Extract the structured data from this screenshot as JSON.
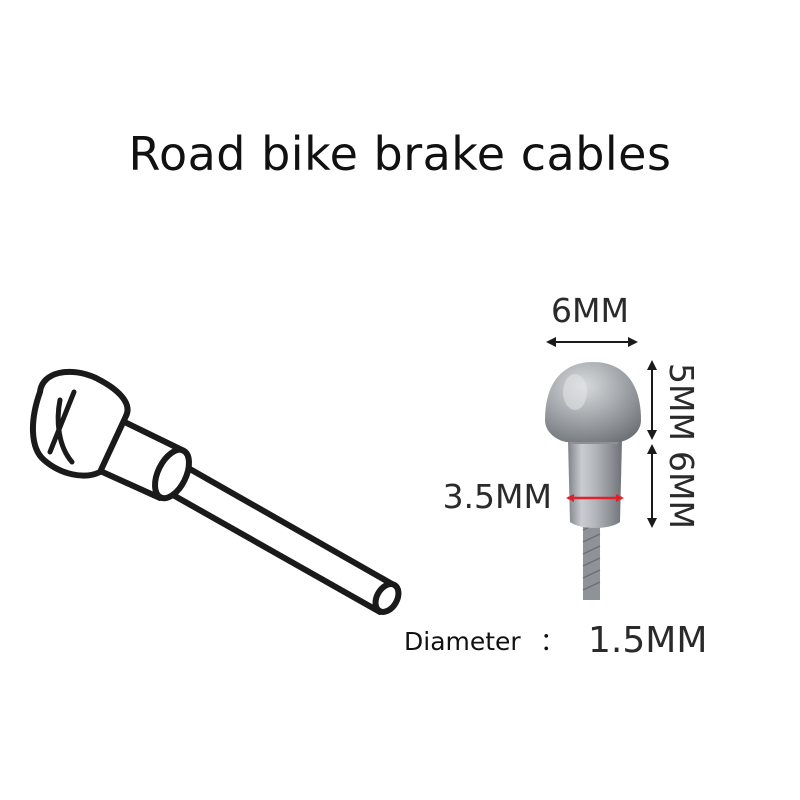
{
  "title": "Road bike brake cables",
  "dimensions": {
    "head_width": "6MM",
    "head_height": "5MM",
    "barrel_height": "6MM",
    "barrel_diameter": "3.5MM"
  },
  "diameter": {
    "label": "Diameter",
    "separator": "：",
    "value": "1.5MM"
  },
  "colors": {
    "text": "#111111",
    "line_art": "#1a1a1a",
    "metal": "#a9acb0",
    "measure_red": "#e0202a"
  }
}
